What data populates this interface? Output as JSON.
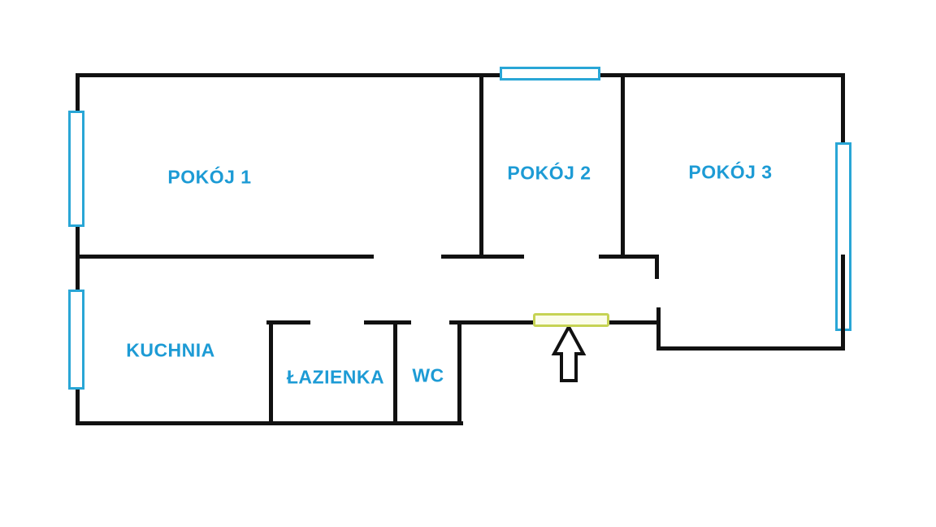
{
  "floorplan": {
    "rooms": {
      "pokoj1": {
        "label": "POKÓJ 1"
      },
      "pokoj2": {
        "label": "POKÓJ 2"
      },
      "pokoj3": {
        "label": "POKÓJ 3"
      },
      "kuchnia": {
        "label": "KUCHNIA"
      },
      "lazienka": {
        "label": "ŁAZIENKA"
      },
      "wc": {
        "label": "WC"
      }
    },
    "colors": {
      "wall": "#111111",
      "room_label": "#1d9bd5",
      "window_outline": "#29a6d6",
      "entrance_door": "#c6d354"
    }
  }
}
